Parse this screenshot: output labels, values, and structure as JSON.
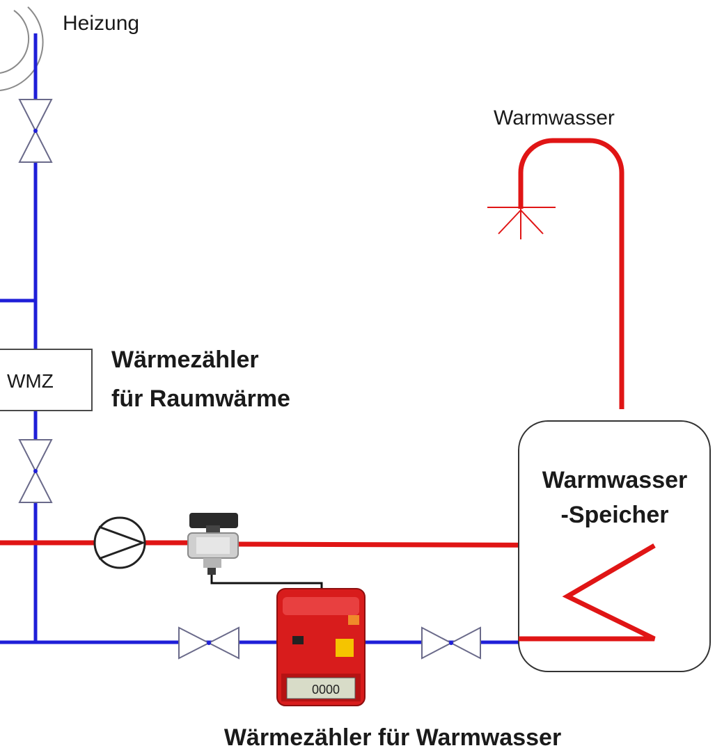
{
  "labels": {
    "heating": "Heizung",
    "hot_water": "Warmwasser",
    "wmz_box": "WMZ",
    "meter_room_line1": "Wärmezähler",
    "meter_room_line2": "für Raumwärme",
    "tank_line1": "Warmwasser",
    "tank_line2": "-Speicher",
    "meter_hot_water": "Wärmezähler für Warmwasser",
    "meter_display": "0000"
  },
  "colors": {
    "supply_line": "#e01515",
    "return_line": "#1f1fd8",
    "meter_body": "#d81c1c",
    "meter_sticker": "#f5c400"
  }
}
